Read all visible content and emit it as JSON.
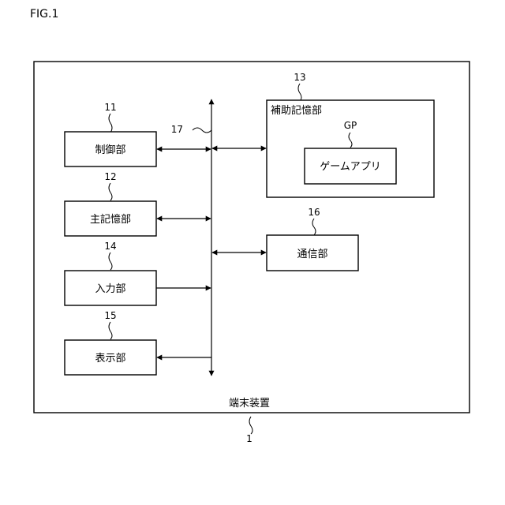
{
  "figure_label": "FIG.1",
  "device": {
    "label": "端末装置",
    "ref": "1"
  },
  "bus": {
    "ref": "17"
  },
  "blocks": {
    "control": {
      "label": "制御部",
      "ref": "11"
    },
    "main_memory": {
      "label": "主記憶部",
      "ref": "12"
    },
    "input": {
      "label": "入力部",
      "ref": "14"
    },
    "display": {
      "label": "表示部",
      "ref": "15"
    },
    "aux_storage": {
      "label": "補助記憶部",
      "ref": "13"
    },
    "game_app": {
      "label": "ゲームアプリ",
      "ref": "GP"
    },
    "comm": {
      "label": "通信部",
      "ref": "16"
    }
  }
}
